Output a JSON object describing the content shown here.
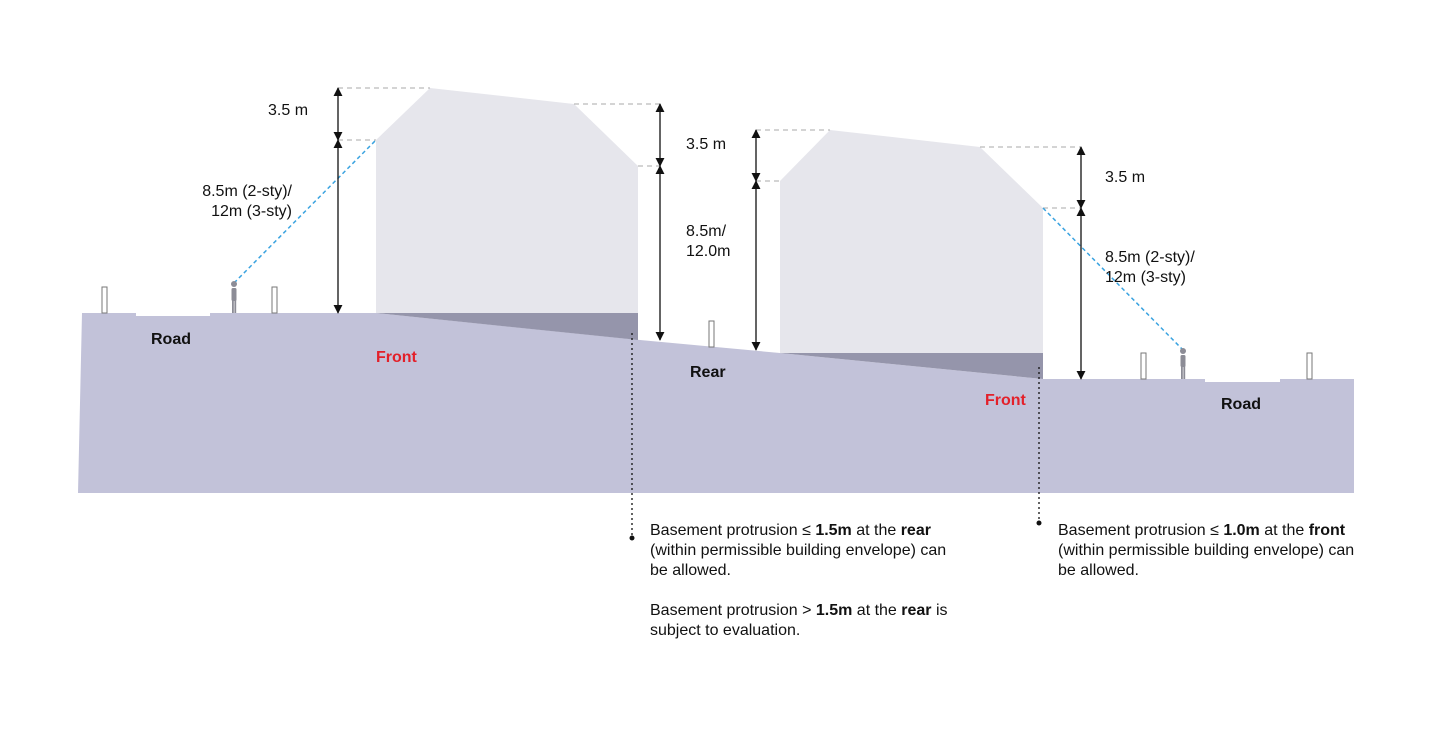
{
  "left_house": {
    "roof_height_label": "3.5 m",
    "wall_height_label_line1": "8.5m (2-sty)/",
    "wall_height_label_line2": "12m (3-sty)",
    "rear_roof_height_label": "3.5 m",
    "rear_wall_height_label_line1": "8.5m/",
    "rear_wall_height_label_line2": "12.0m",
    "road_label": "Road",
    "front_label": "Front",
    "rear_label": "Rear"
  },
  "right_house": {
    "roof_height_label": "3.5 m",
    "front_roof_height_label": "3.5 m",
    "wall_height_label_line1": "8.5m (2-sty)/",
    "wall_height_label_line2": "12m (3-sty)",
    "front_label": "Front",
    "road_label": "Road"
  },
  "notes": {
    "rear": {
      "part1": "Basement protrusion ≤ ",
      "value1": "1.5m",
      "part2": " at the ",
      "keyword1": "rear",
      "part3": " (within permissible building envelope) can be allowed.",
      "part4": "Basement protrusion > ",
      "value2": "1.5m",
      "part5": " at the ",
      "keyword2": "rear",
      "part6": " is subject to evaluation."
    },
    "front": {
      "part1": "Basement protrusion ≤ ",
      "value1": "1.0m",
      "part2": " at the ",
      "keyword1": "front",
      "part3": " (within permissible building envelope) can be allowed."
    }
  },
  "colors": {
    "ground": "#c2c2d9",
    "basement": "#9595ab",
    "building": "#e6e6ec",
    "sightline": "#3aa3e0",
    "dimension_line": "#111111",
    "guide_line": "#aaaaaa",
    "front_label": "#e3202a"
  }
}
